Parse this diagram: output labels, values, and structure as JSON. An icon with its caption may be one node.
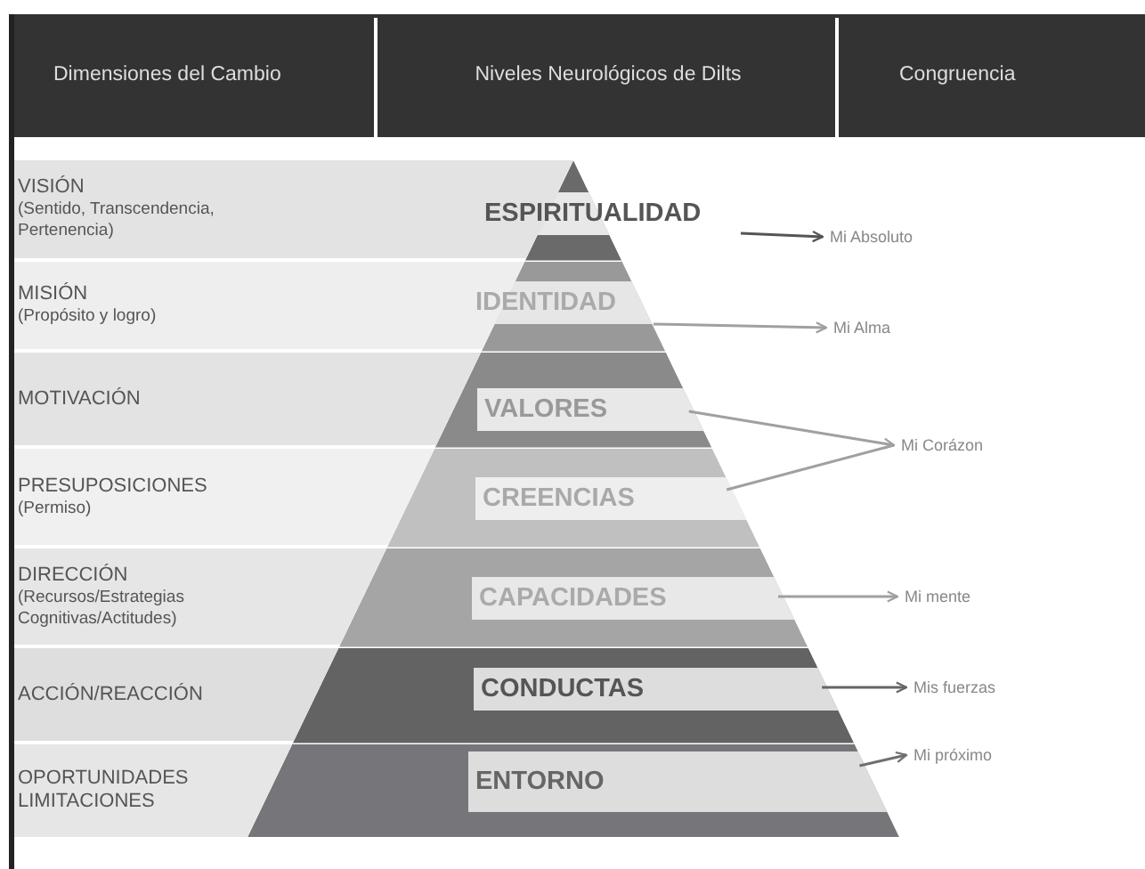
{
  "diagram": {
    "nodes": [
      {
        "text": [
          "VISIÓN",
          "(Sentido, Transcendencia, Pertenencia)"
        ]
      },
      {
        "text": [
          "MISIÓN",
          "(Propósito y logro)"
        ]
      },
      {
        "text": [
          "MOTIVACIÓN"
        ]
      },
      {
        "text": [
          "PRESUPOSICIONES",
          "(Permiso)"
        ]
      },
      {
        "text": [
          "DIRECCIÓN",
          "(Recursos/Estrategias Cognitivas/Actitudes)"
        ]
      },
      {
        "text": [
          "ACCIÓN/REACCIÓN"
        ]
      },
      {
        "text": [
          "OPORTUNIDADES LIMITACIONES"
        ]
      },
      {
        "text": [
          "ESPIRITUALIDAD"
        ]
      },
      {
        "text": [
          "IDENTIDAD"
        ]
      },
      {
        "text": [
          "VALORES"
        ]
      },
      {
        "text": [
          "CREENCIAS"
        ]
      },
      {
        "text": [
          "CAPACIDADES"
        ]
      },
      {
        "text": [
          "CONDUCTAS"
        ]
      },
      {
        "text": [
          "ENTORNO"
        ]
      },
      {
        "text": [
          "Mi Absoluto"
        ]
      },
      {
        "text": [
          "Mi Alma"
        ]
      },
      {
        "text": [
          "Mi Corázon"
        ]
      },
      {
        "text": [
          "Mi mente"
        ]
      },
      {
        "text": [
          "Mis fuerzas"
        ]
      },
      {
        "text": [
          "Mi próximo"
        ]
      }
    ],
    "edges": [
      {
        "from": 7,
        "to": 14,
        "arrow": "to",
        "color": "#555555"
      },
      {
        "from": 8,
        "to": 15,
        "arrow": "to"
      },
      {
        "from": 9,
        "to": 16,
        "arrow": "to"
      },
      {
        "from": 10,
        "to": 16,
        "arrow": "none"
      },
      {
        "from": 11,
        "to": 17,
        "arrow": "to"
      },
      {
        "from": 12,
        "to": 18,
        "arrow": "to",
        "color": "#666666"
      },
      {
        "from": 13,
        "to": 19,
        "arrow": "to",
        "color": "#6f6f6f"
      }
    ],
    "labels": [
      "Dimensiones del Cambio",
      "Niveles Neurológicos de Dilts",
      "Congruencia"
    ]
  }
}
